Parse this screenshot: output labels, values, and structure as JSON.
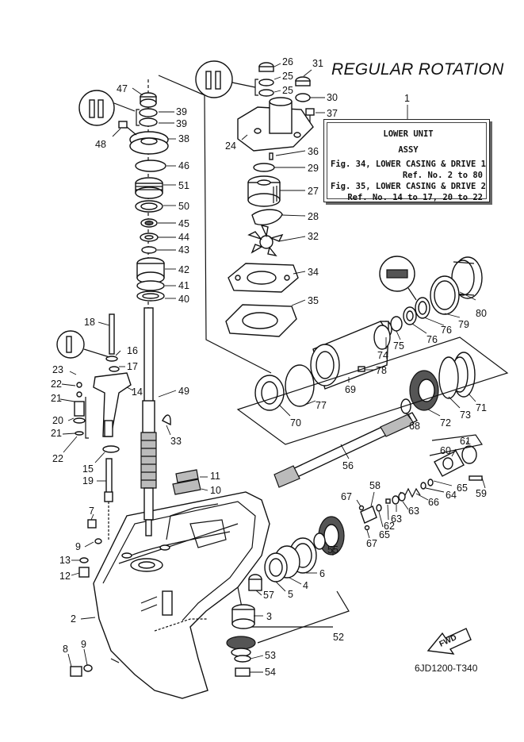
{
  "title": "REGULAR ROTATION",
  "assy_box": {
    "item_number": "1",
    "line1": "LOWER UNIT",
    "line2": "ASSY",
    "line3": "Fig. 34, LOWER CASING & DRIVE 1",
    "line4": "Ref. No. 2 to 80",
    "line5": "Fig. 35, LOWER CASING & DRIVE 2",
    "line6": "Ref. No. 14 to 17, 20 to 22"
  },
  "fwd_label": "FWD",
  "reference_code": "6JD1200-T340",
  "callouts": [
    "2",
    "3",
    "4",
    "5",
    "6",
    "7",
    "8",
    "9",
    "9",
    "10",
    "11",
    "12",
    "13",
    "14",
    "15",
    "16",
    "17",
    "18",
    "19",
    "20",
    "21",
    "21",
    "22",
    "22",
    "23",
    "24",
    "25",
    "25",
    "26",
    "27",
    "28",
    "29",
    "30",
    "31",
    "32",
    "33",
    "34",
    "35",
    "36",
    "37",
    "38",
    "39",
    "39",
    "40",
    "41",
    "42",
    "43",
    "44",
    "45",
    "46",
    "47",
    "48",
    "49",
    "50",
    "51",
    "52",
    "53",
    "54",
    "55",
    "56",
    "57",
    "58",
    "59",
    "60",
    "61",
    "62",
    "63",
    "63",
    "64",
    "65",
    "65",
    "66",
    "67",
    "67",
    "68",
    "69",
    "70",
    "71",
    "72",
    "73",
    "74",
    "75",
    "76",
    "76",
    "77",
    "78",
    "79",
    "80"
  ]
}
